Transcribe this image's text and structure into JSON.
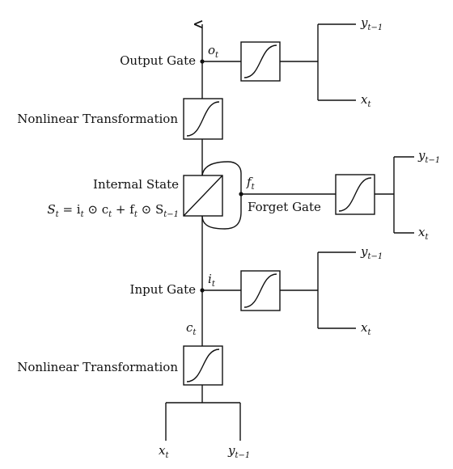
{
  "labels": {
    "output_gate": "Output Gate",
    "nonlinear_top": "Nonlinear Transformation",
    "internal_state": "Internal State",
    "forget_gate": "Forget Gate",
    "input_gate": "Input Gate",
    "nonlinear_bottom": "Nonlinear Transformation"
  },
  "equation": {
    "prefix": "S",
    "prefix_sub": "t",
    "eq": " = i",
    "i_sub": "t",
    "odot1": " ⊙ c",
    "c_sub": "t",
    "plus": " + f",
    "f_sub": "t",
    "odot2": " ⊙ S",
    "s_sub": "t−1"
  },
  "symbols": {
    "o": "o",
    "o_sub": "t",
    "f": "f",
    "f_sub": "t",
    "i": "i",
    "i_sub": "t",
    "c": "c",
    "c_sub": "t",
    "y": "y",
    "y_sub": "t−1",
    "x": "x",
    "x_sub": "t"
  }
}
